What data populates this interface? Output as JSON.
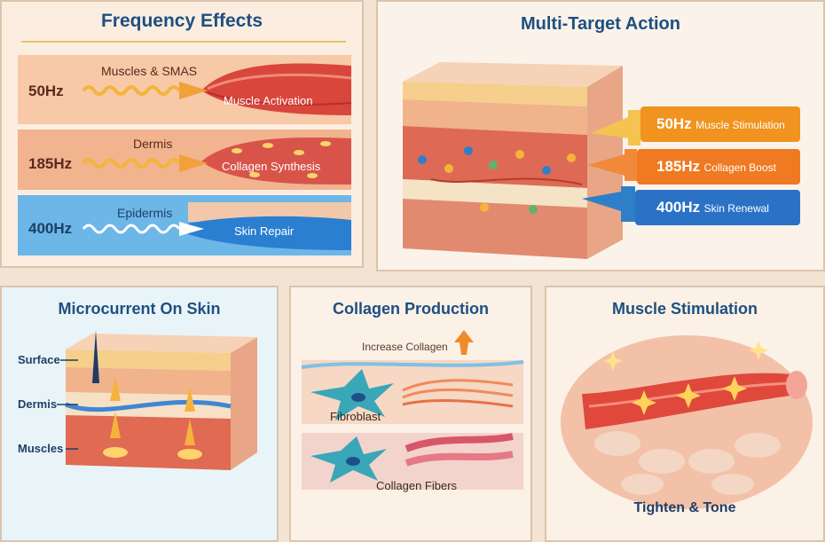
{
  "panels": {
    "frequency": {
      "title": "Frequency Effects",
      "rows": [
        {
          "freq": "50Hz",
          "layer": "Muscles & SMAS",
          "effect": "Muscle Activation"
        },
        {
          "freq": "185Hz",
          "layer": "Dermis",
          "effect": "Collagen Synthesis"
        },
        {
          "freq": "400Hz",
          "layer": "Epidermis",
          "effect": "Skin Repair"
        }
      ]
    },
    "multitarget": {
      "title": "Multi-Target Action",
      "arrows": [
        {
          "freq": "50Hz",
          "label": "Muscle Stimulation",
          "color": "#f0931f"
        },
        {
          "freq": "185Hz",
          "label": "Collagen Boost",
          "color": "#ef7a21"
        },
        {
          "freq": "400Hz",
          "label": "Skin Renewal",
          "color": "#2b72c6"
        }
      ]
    },
    "microcurrent": {
      "title": "Microcurrent On Skin",
      "layers": [
        "Surface",
        "Dermis",
        "Muscles"
      ]
    },
    "collagen": {
      "title": "Collagen Production",
      "increase": "Increase Collagen",
      "fibroblast": "Fibroblast",
      "fibers": "Collagen Fibers"
    },
    "muscle": {
      "title": "Muscle Stimulation",
      "caption": "Tighten & Tone"
    }
  }
}
